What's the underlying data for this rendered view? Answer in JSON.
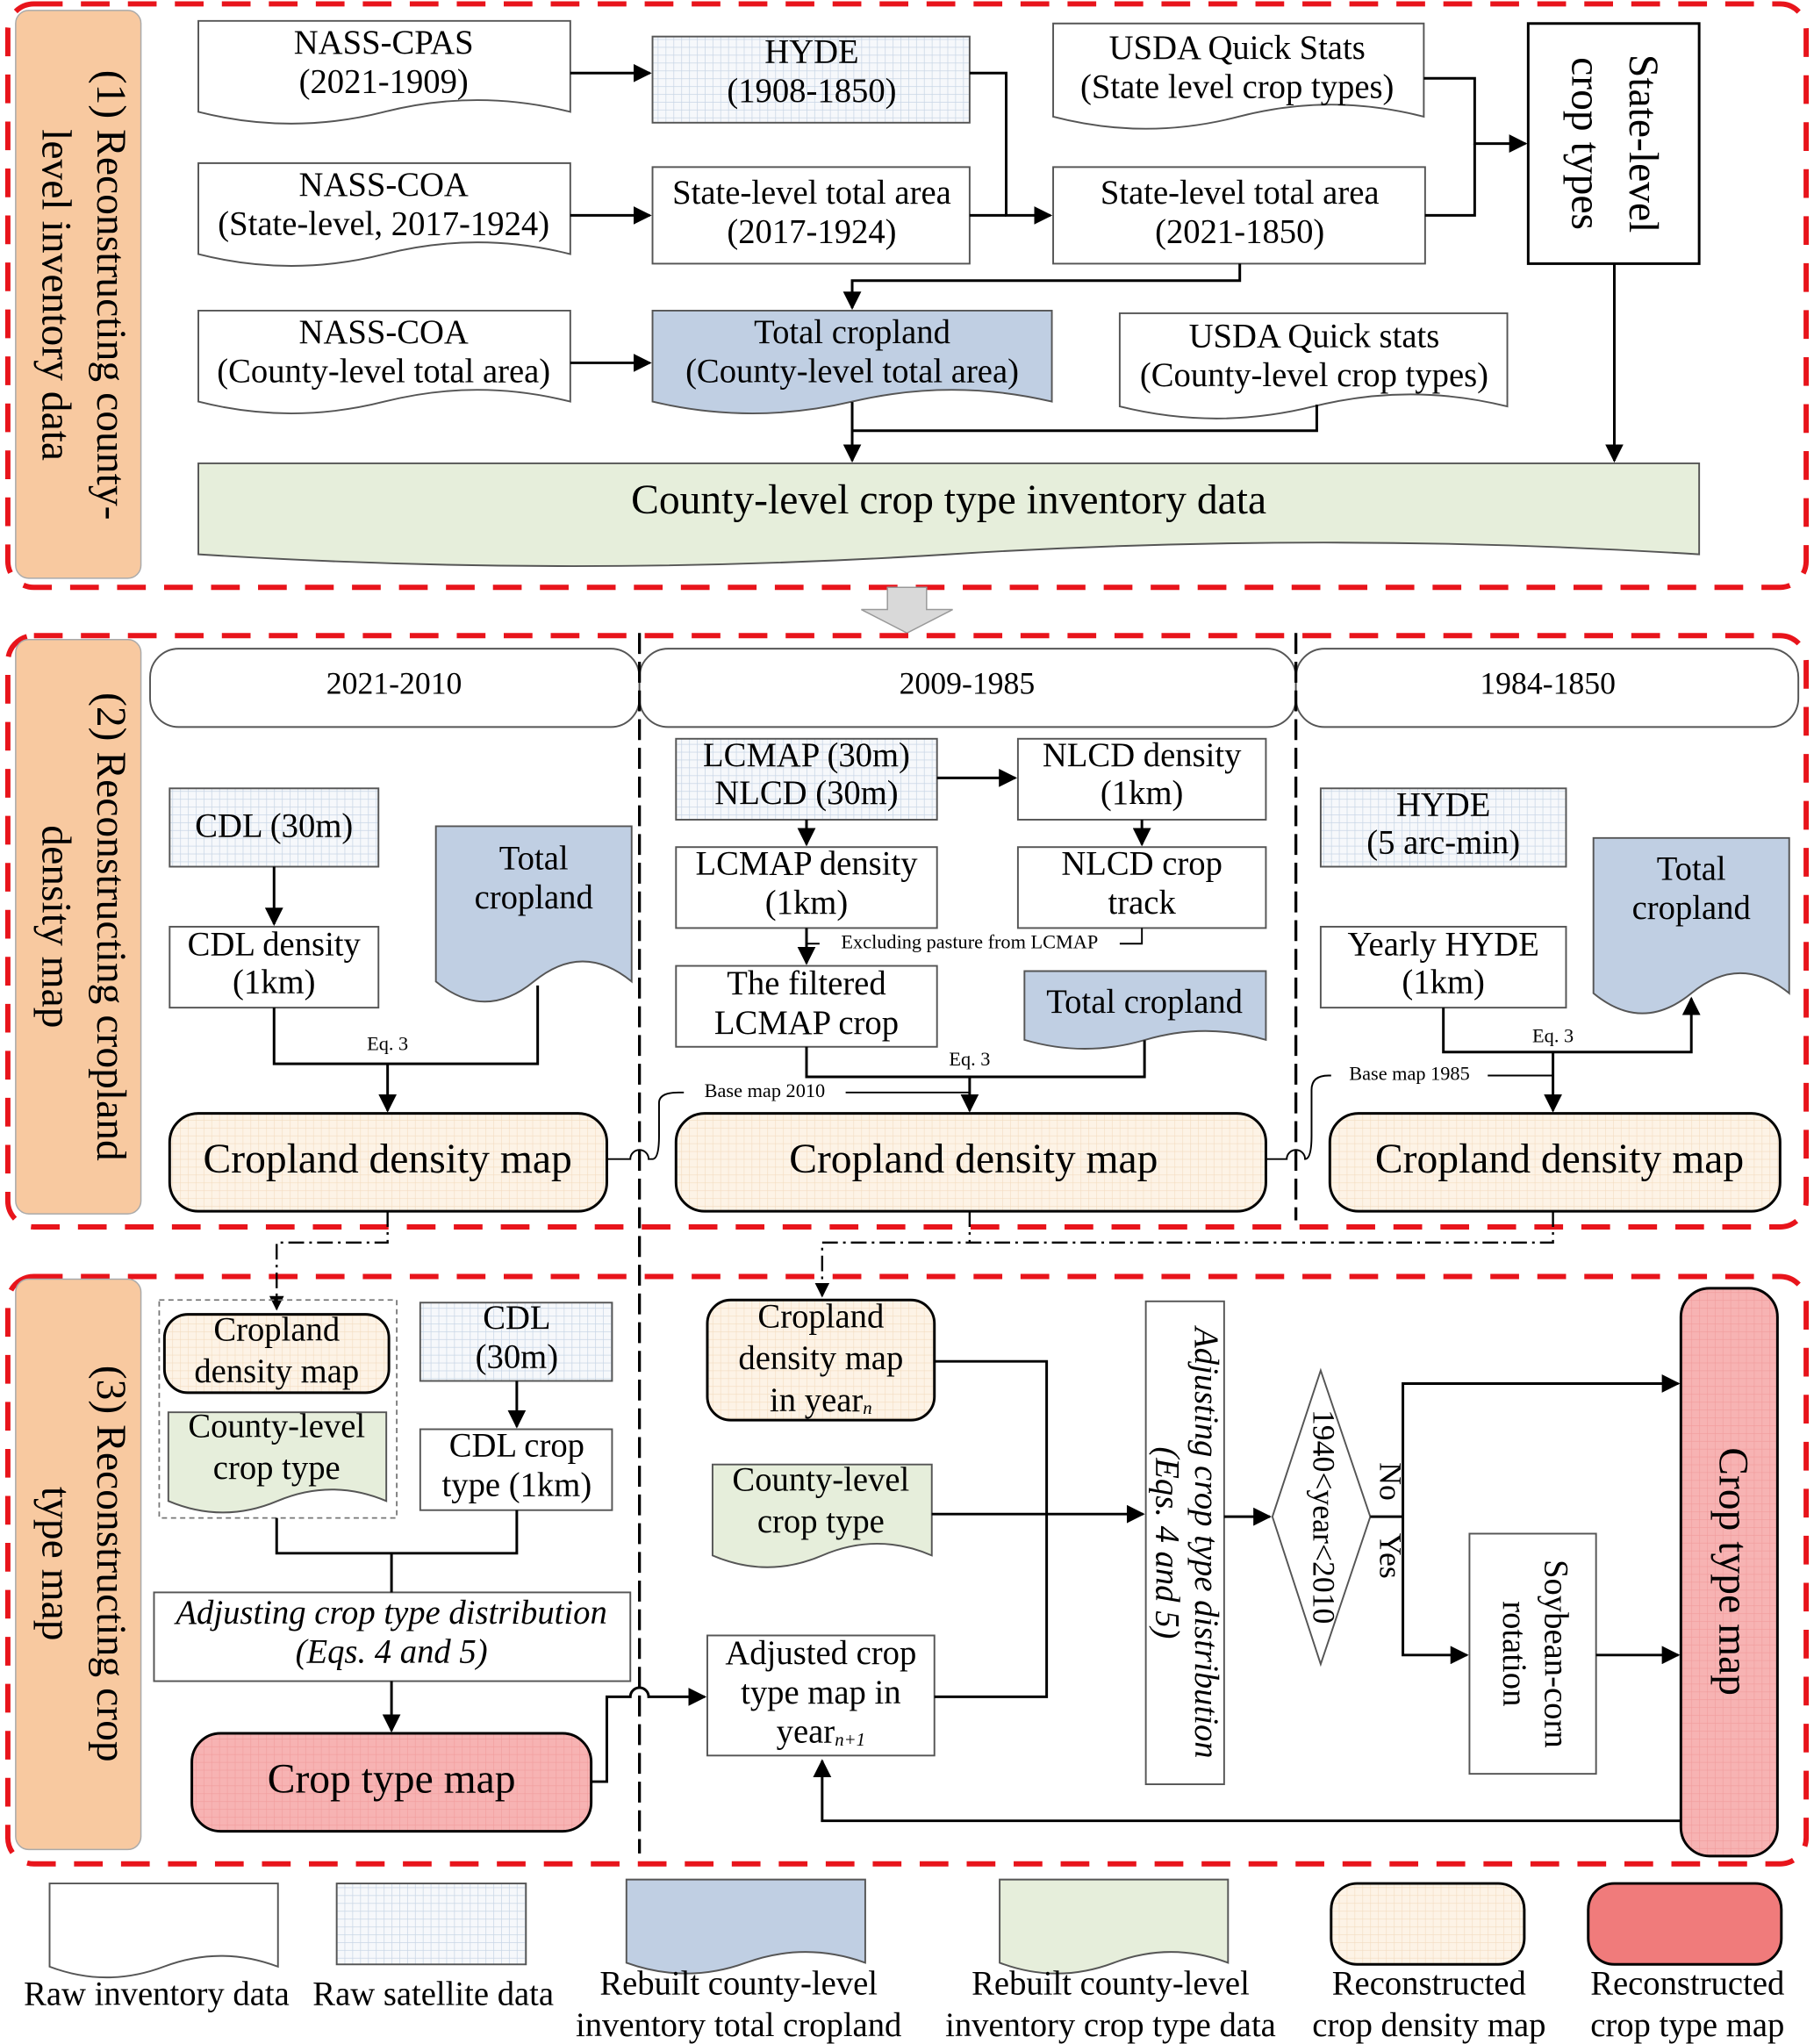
{
  "colors": {
    "section_border": "#e8141b",
    "section_label": "#f8c9a0",
    "total_cropland": "#c0cfe3",
    "crop_type_data": "#e6eedb",
    "density_map": "#fdf3e6",
    "crop_type_map": "#f7b3b3",
    "satellite_grid": "#c9d6e6"
  },
  "s1": {
    "label": [
      "(1) Reconstructing county-",
      "level inventory data"
    ],
    "nass_cpas": [
      "NASS-CPAS",
      "(2021-1909)"
    ],
    "hyde": [
      "HYDE",
      "(1908-1850)"
    ],
    "usda_qs_state": [
      "USDA Quick Stats",
      "(State level crop types)"
    ],
    "state_crop_types": [
      "State-level",
      "crop types"
    ],
    "nass_coa_state": [
      "NASS-COA",
      "(State-level, 2017-1924)"
    ],
    "state_total_a": [
      "State-level total area",
      "(2017-1924)"
    ],
    "state_total_b": [
      "State-level total area",
      "(2021-1850)"
    ],
    "nass_coa_county": [
      "NASS-COA",
      "(County-level total area)"
    ],
    "total_cropland": [
      "Total cropland",
      "(County-level total area)"
    ],
    "usda_qs_county": [
      "USDA Quick stats",
      "(County-level crop types)"
    ],
    "inventory": "County-level crop type inventory data"
  },
  "s2": {
    "label": [
      "(2) Reconstructing cropland",
      "density map"
    ],
    "periods": [
      "2021-2010",
      "2009-1985",
      "1984-1850"
    ],
    "cdl30": "CDL (30m)",
    "cdl_density": [
      "CDL density",
      "(1km)"
    ],
    "total_cropland": [
      "Total",
      "cropland"
    ],
    "eq3": "Eq. 3",
    "density_map": "Cropland density map",
    "lcmap_nlcd": [
      "LCMAP (30m)",
      "NLCD (30m)"
    ],
    "nlcd_density": [
      "NLCD density",
      "(1km)"
    ],
    "lcmap_density": [
      "LCMAP density",
      "(1km)"
    ],
    "nlcd_track": [
      "NLCD crop",
      "track"
    ],
    "excluding": "Excluding pasture from LCMAP",
    "filtered": [
      "The filtered",
      "LCMAP crop"
    ],
    "total_cropland_single": "Total cropland",
    "base2010": "Base map 2010",
    "hyde5": [
      "HYDE",
      "(5 arc-min)"
    ],
    "yearly_hyde": [
      "Yearly HYDE",
      "(1km)"
    ],
    "base1985": "Base map 1985"
  },
  "s3": {
    "label": [
      "(3) Reconstructing crop",
      "type map"
    ],
    "density_map": [
      "Cropland",
      "density map"
    ],
    "county_crop": [
      "County-level",
      "crop type"
    ],
    "cdl30": [
      "CDL",
      "(30m)"
    ],
    "cdl_crop": [
      "CDL crop",
      "type (1km)"
    ],
    "adjusting": [
      "Adjusting crop type distribution",
      "(Eqs. 4 and 5)"
    ],
    "crop_type_map": "Crop type map",
    "density_year": [
      "Cropland",
      "density map",
      "in year",
      "n"
    ],
    "adjusted": [
      "Adjusted crop",
      "type map in",
      "year",
      "n+1"
    ],
    "condition": "1940<year<2010",
    "no": "No",
    "yes": "Yes",
    "soy_corn": [
      "Soybean-corn",
      "rotation"
    ]
  },
  "legend": {
    "raw_inventory": "Raw inventory data",
    "raw_satellite": "Raw satellite data",
    "total_cropland": [
      "Rebuilt county-level",
      "inventory total cropland"
    ],
    "crop_type": [
      "Rebuilt county-level",
      "inventory crop type data"
    ],
    "density": [
      "Reconstructed",
      "crop density map"
    ],
    "type_map": [
      "Reconstructed",
      "crop type map"
    ]
  }
}
